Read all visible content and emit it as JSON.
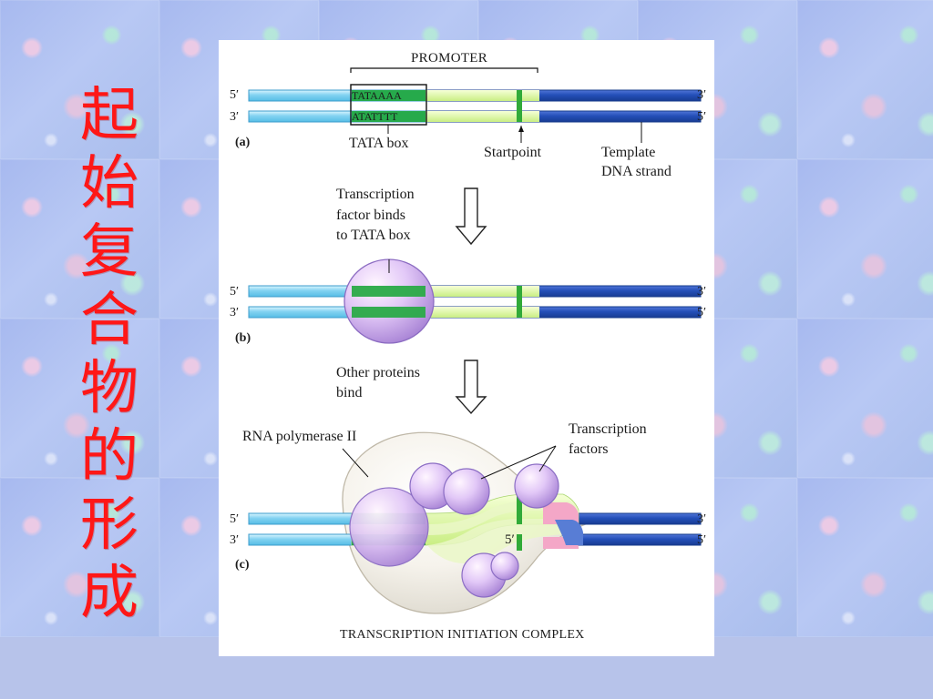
{
  "slide": {
    "vertical_title": "起\n始\n复\n合\n物\n的\n形\n成"
  },
  "diagram": {
    "promoter": "PROMOTER",
    "tata_top": "TATAAAA",
    "tata_bottom": "ATATTTT",
    "panel_a": "(a)",
    "panel_b": "(b)",
    "panel_c": "(c)",
    "tata_box": "TATA box",
    "startpoint": "Startpoint",
    "template_line_1": "Template",
    "template_line_2": "DNA strand",
    "tf_binds_line_1": "Transcription",
    "tf_binds_line_2": "factor binds",
    "tf_binds_line_3": "to TATA box",
    "other_proteins_line_1": "Other proteins",
    "other_proteins_line_2": "bind",
    "rna_polymerase": "RNA polymerase II",
    "transcription_factors_line_1": "Transcription",
    "transcription_factors_line_2": "factors",
    "rna_5_prime": "5′",
    "complex_label": "TRANSCRIPTION INITIATION COMPLEX",
    "five_prime": "5′",
    "three_prime": "3′"
  }
}
